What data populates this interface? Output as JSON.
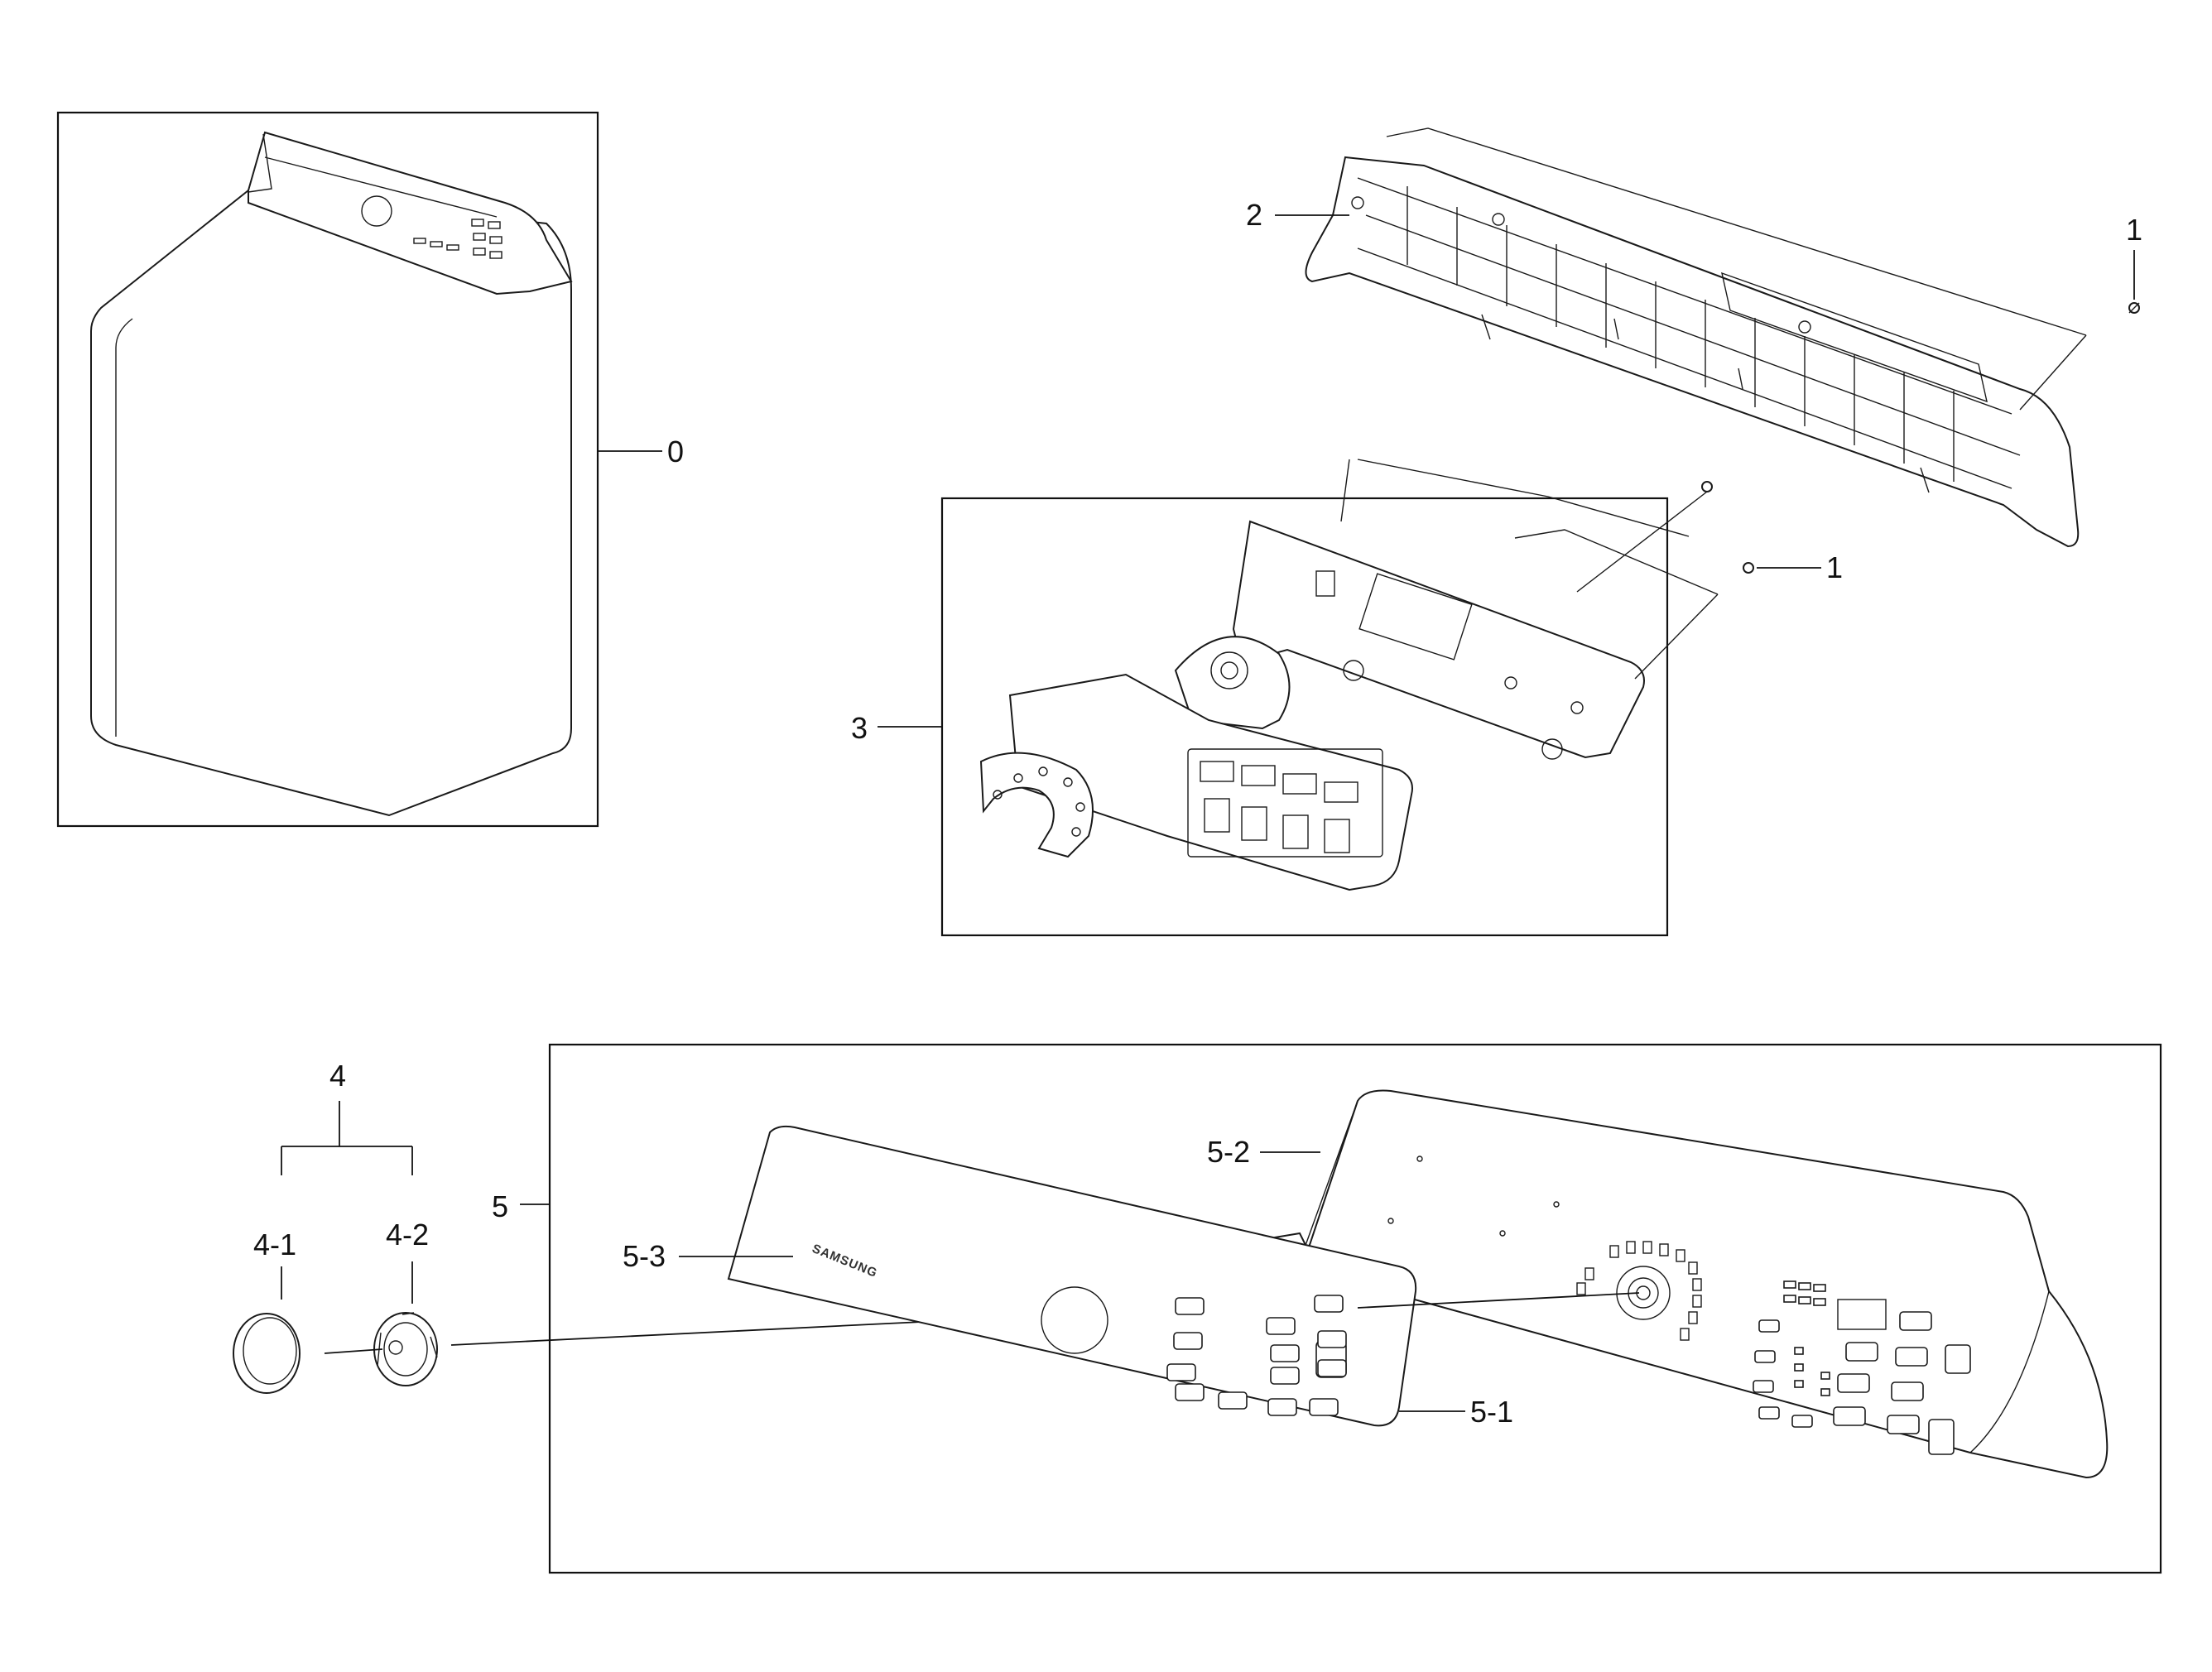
{
  "callouts": {
    "c0": "0",
    "c1_top": "1",
    "c1_mid": "1",
    "c2": "2",
    "c3": "3",
    "c4": "4",
    "c4_1": "4-1",
    "c4_2": "4-2",
    "c5": "5",
    "c5_1": "5-1",
    "c5_2": "5-2",
    "c5_3": "5-3"
  },
  "brand_mark": "SAMSUNG"
}
